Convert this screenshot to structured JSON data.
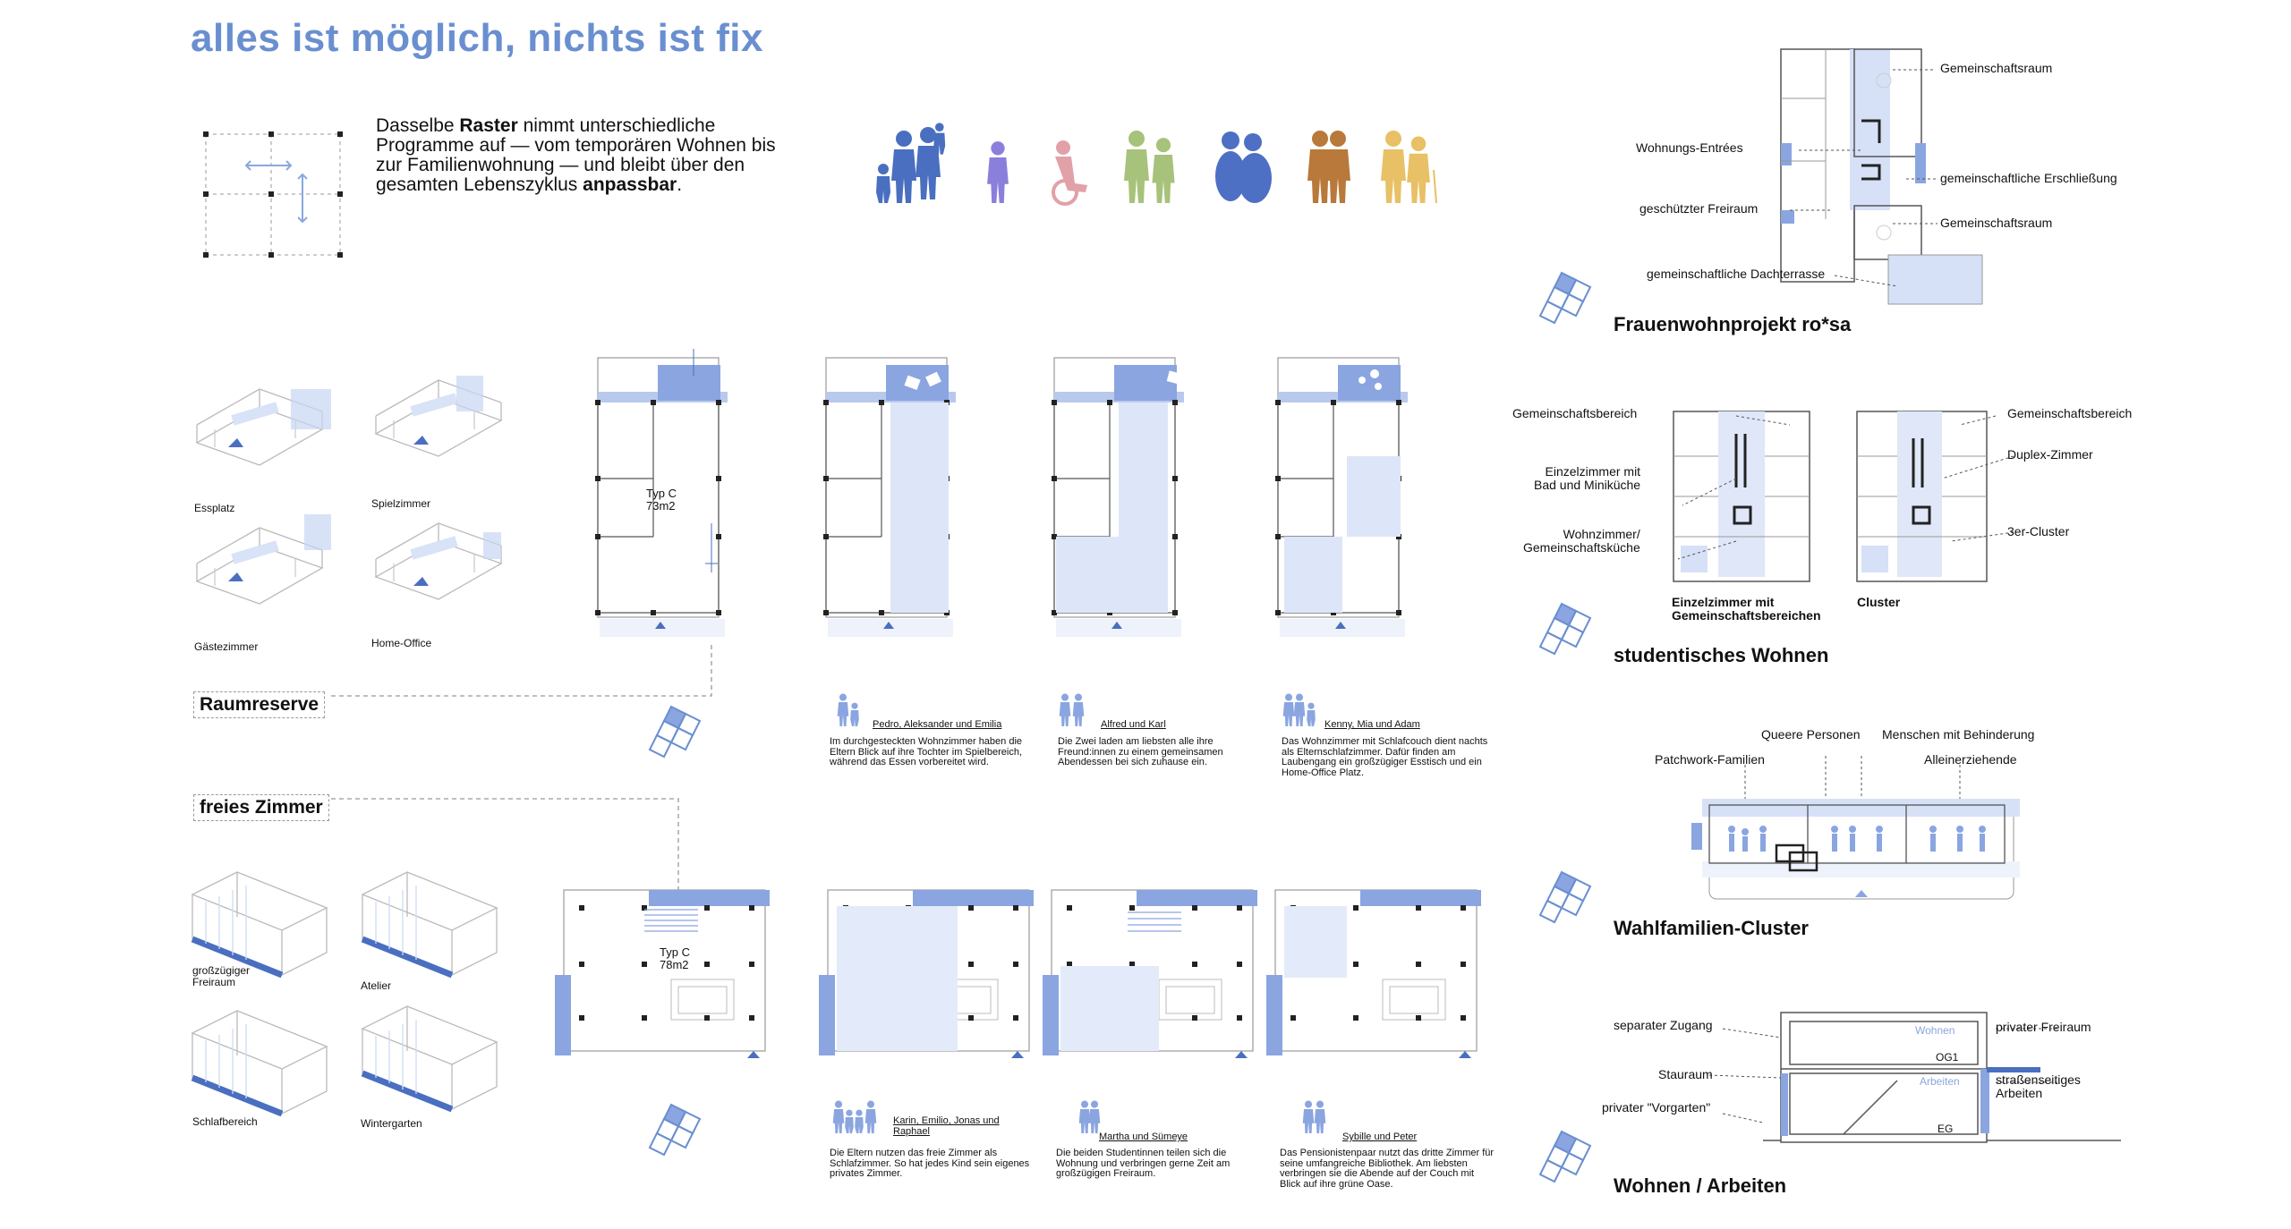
{
  "title": "alles ist möglich, nichts ist fix",
  "intro": {
    "t1": "Dasselbe ",
    "b1": "Raster",
    "t2": " nimmt unterschiedliche Programme auf — vom temporären Wohnen bis zur Familienwohnung — und bleibt über den gesamten Lebenszyklus ",
    "b2": "anpassbar",
    "t3": "."
  },
  "colors": {
    "accent": "#6a8fd0",
    "blue_dark": "#4a6fc0",
    "blue_light": "#e3ebfa",
    "violet": "#8b7fdc",
    "pink": "#e2a0a8",
    "green": "#a7c27a",
    "navy": "#4d6fc4",
    "brown": "#b8793a",
    "yellow": "#e8c065"
  },
  "iso_top": [
    {
      "label": "Essplatz"
    },
    {
      "label": "Spielzimmer"
    },
    {
      "label": "Gästezimmer"
    },
    {
      "label": "Home-Office"
    }
  ],
  "iso_bottom": [
    {
      "label": "großzügiger\nFreiraum"
    },
    {
      "label": "Atelier"
    },
    {
      "label": "Schlafbereich"
    },
    {
      "label": "Wintergarten"
    }
  ],
  "raumreserve": "Raumreserve",
  "freies_zimmer": "freies Zimmer",
  "plan_top_type": "Typ C\n73m2",
  "plan_bottom_type": "Typ C\n78m2",
  "stories_top": [
    {
      "names": "Pedro, Aleksander und Emilia",
      "text": "Im durchgesteckten Wohnzimmer haben die Eltern Blick auf ihre Tochter im Spielbereich, während das Essen vorbereitet wird."
    },
    {
      "names": "Alfred und Karl",
      "text": "Die Zwei laden am liebsten alle ihre Freund:innen zu einem gemeinsamen Abendessen bei sich zuhause ein."
    },
    {
      "names": "Kenny, Mia und Adam",
      "text": "Das Wohnzimmer mit Schlafcouch dient nachts als Elternschlafzimmer. Dafür finden am Laubengang ein großzügiger Esstisch und ein Home-Office Platz."
    }
  ],
  "stories_bottom": [
    {
      "names": "Karin, Emilio, Jonas und Raphael",
      "text": "Die Eltern nutzen das freie Zimmer als Schlafzimmer. So hat jedes Kind sein eigenes privates Zimmer."
    },
    {
      "names": "Martha und Sümeye",
      "text": "Die beiden Studentinnen teilen sich die Wohnung und verbringen gerne Zeit am großzügigen Freiraum."
    },
    {
      "names": "Sybille und Peter",
      "text": "Das Pensionistenpaar nutzt das dritte Zimmer für seine umfangreiche Bibliothek. Am liebsten verbringen sie die Abende auf der Couch mit Blick auf ihre grüne Oase."
    }
  ],
  "rosa": {
    "heading": "Frauenwohnprojekt ro*sa",
    "labels": {
      "gemeinschaftsraum1": "Gemeinschaftsraum",
      "wohnungs_entrees": "Wohnungs-Entrées",
      "erschliessung": "gemeinschaftliche Erschließung",
      "freiraum": "geschützter Freiraum",
      "gemeinschaftsraum2": "Gemeinschaftsraum",
      "dachterrasse": "gemeinschaftliche Dachterrasse"
    }
  },
  "student": {
    "heading": "studentisches Wohnen",
    "labels": {
      "gb_left": "Gemeinschaftsbereich",
      "einzel": "Einzelzimmer mit\nBad und Miniküche",
      "wohnzimmer": "Wohnzimmer/\nGemeinschaftsküche",
      "gb_right": "Gemeinschaftsbereich",
      "duplex": "Duplex-Zimmer",
      "cluster3": "3er-Cluster",
      "plan1": "Einzelzimmer mit\nGemeinschaftsbereichen",
      "plan2": "Cluster"
    }
  },
  "wahl": {
    "heading": "Wahlfamilien-Cluster",
    "labels": {
      "queer": "Queere Personen",
      "behinderung": "Menschen mit Behinderung",
      "patchwork": "Patchwork-Familien",
      "allein": "Alleinerziehende"
    }
  },
  "arbeit": {
    "heading": "Wohnen / Arbeiten",
    "labels": {
      "zugang": "separater Zugang",
      "stauraum": "Stauraum",
      "vorgarten": "privater \"Vorgarten\"",
      "freiraum": "privater Freiraum",
      "strassen": "straßenseitiges\nArbeiten",
      "og": "OG1",
      "eg": "EG",
      "wohnen_tag": "Wohnen",
      "arbeiten_tag": "Arbeiten"
    }
  }
}
